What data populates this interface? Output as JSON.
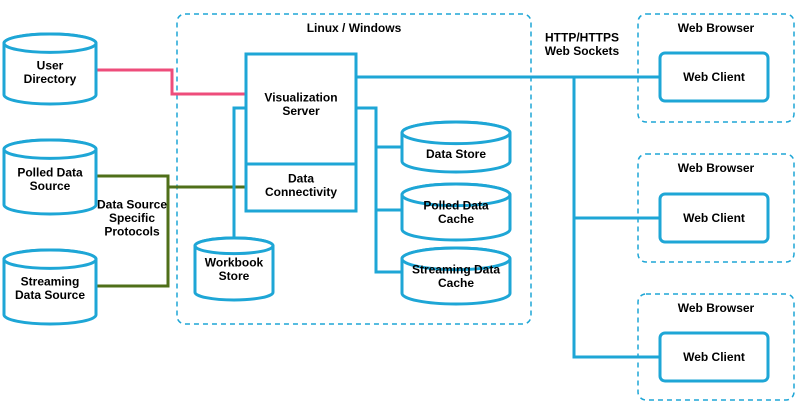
{
  "colors": {
    "blue": "#1ea6d6",
    "pink": "#ee4d7b",
    "green": "#4f6f19",
    "text": "#000000"
  },
  "zones": {
    "server": {
      "title": "Linux / Windows"
    },
    "browsers": [
      {
        "title": "Web Browser",
        "client": "Web Client"
      },
      {
        "title": "Web Browser",
        "client": "Web Client"
      },
      {
        "title": "Web Browser",
        "client": "Web Client"
      }
    ]
  },
  "sources": {
    "user_directory": [
      "User",
      "Directory"
    ],
    "polled": [
      "Polled Data",
      "Source"
    ],
    "streaming": [
      "Streaming",
      "Data Source"
    ]
  },
  "server": {
    "visualization": [
      "Visualization",
      "Server"
    ],
    "connectivity": [
      "Data",
      "Connectivity"
    ]
  },
  "stores": {
    "workbook": [
      "Workbook",
      "Store"
    ],
    "data_store": [
      "Data Store"
    ],
    "polled_cache": [
      "Polled Data",
      "Cache"
    ],
    "streaming_cache": [
      "Streaming Data",
      "Cache"
    ]
  },
  "labels": {
    "protocols": [
      "Data Source",
      "Specific",
      "Protocols"
    ],
    "http": [
      "HTTP/HTTPS",
      "Web Sockets"
    ]
  }
}
